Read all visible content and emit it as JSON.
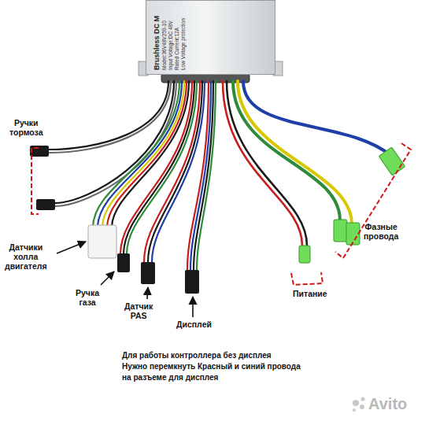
{
  "diagram": {
    "nodes": [
      {
        "text": [
          "Brushless DC M",
          "Model:36V48V250-10",
          "Input Voltage:DC 48V",
          "Rated Current:12A",
          "Low Voltage protection"
        ]
      }
    ],
    "labels": [
      "Ручки тормоза",
      "Датчики холла двигателя",
      "Ручка газа",
      "Датчик PAS",
      "Дисплей",
      "Питание",
      "Фазные провода",
      "Для работы контроллера без дисплея",
      "Нужно перемкнуть Красный и синий провода",
      "на разъеме для дисплея",
      "Avito"
    ]
  }
}
